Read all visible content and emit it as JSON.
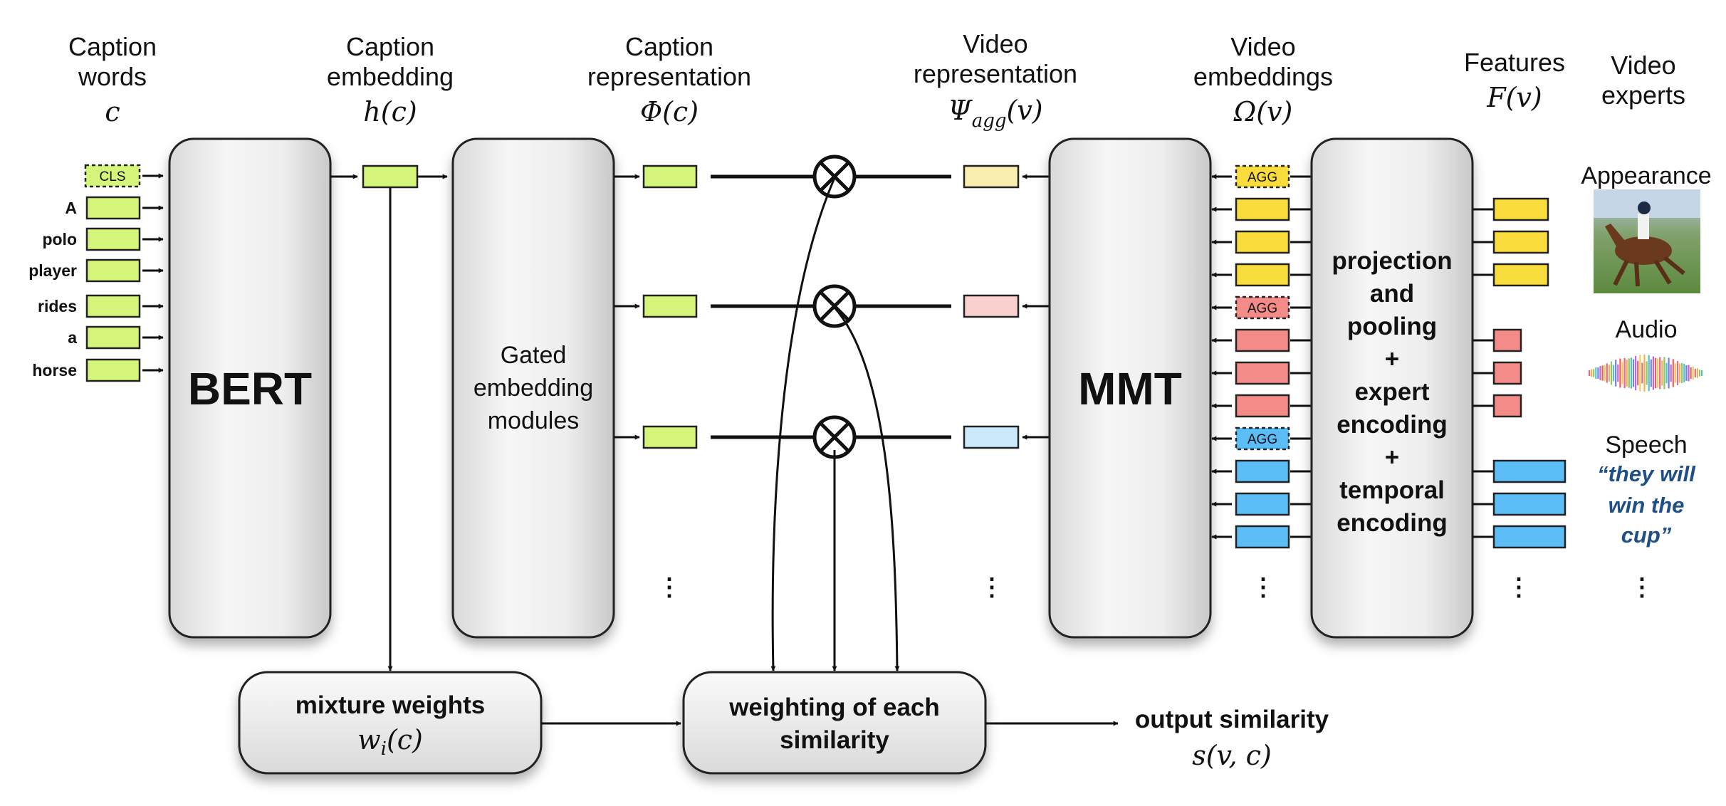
{
  "headers": {
    "caption_words": [
      "Caption",
      "words"
    ],
    "caption_words_math": "c",
    "caption_embedding": [
      "Caption",
      "embedding"
    ],
    "caption_embedding_math": "h(c)",
    "caption_representation": [
      "Caption",
      "representation"
    ],
    "caption_representation_math": "Φ(c)",
    "video_representation": [
      "Video",
      "representation"
    ],
    "video_representation_math_main": "Ψ",
    "video_representation_math_sub": "agg",
    "video_representation_math_arg": "(v)",
    "video_embeddings": [
      "Video",
      "embeddings"
    ],
    "video_embeddings_math": "Ω(v)",
    "features": [
      "Features"
    ],
    "features_math": "F(v)",
    "video_experts": [
      "Video",
      "experts"
    ]
  },
  "words": [
    "A",
    "polo",
    "player",
    "rides",
    "a",
    "horse"
  ],
  "cls_label": "CLS",
  "agg_label": "AGG",
  "blocks": {
    "bert": "BERT",
    "gated": [
      "Gated",
      "embedding",
      "modules"
    ],
    "mmt": "MMT",
    "projection": [
      "projection",
      "and",
      "pooling",
      "+",
      "expert",
      "encoding",
      "+",
      "temporal",
      "encoding"
    ],
    "mixture": "mixture weights",
    "mixture_math_main": "w",
    "mixture_math_sub": "i",
    "mixture_math_arg": "(c)",
    "weighting": [
      "weighting of each",
      "similarity"
    ],
    "output": "output similarity",
    "output_math": "s(v, c)"
  },
  "experts": {
    "appearance": "Appearance",
    "audio": "Audio",
    "speech": "Speech",
    "speech_quote": [
      "“they will",
      "win the",
      "cup”"
    ]
  },
  "ellipsis": "⋮",
  "colors": {
    "green": "#d4f57a",
    "yellow": "#f8dc3c",
    "yellow_light": "#f8eeb0",
    "red": "#f38b88",
    "red_light": "#fad0cf",
    "blue": "#5cbcf5",
    "blue_light": "#cbe9fb",
    "quote": "#1f4f86"
  }
}
